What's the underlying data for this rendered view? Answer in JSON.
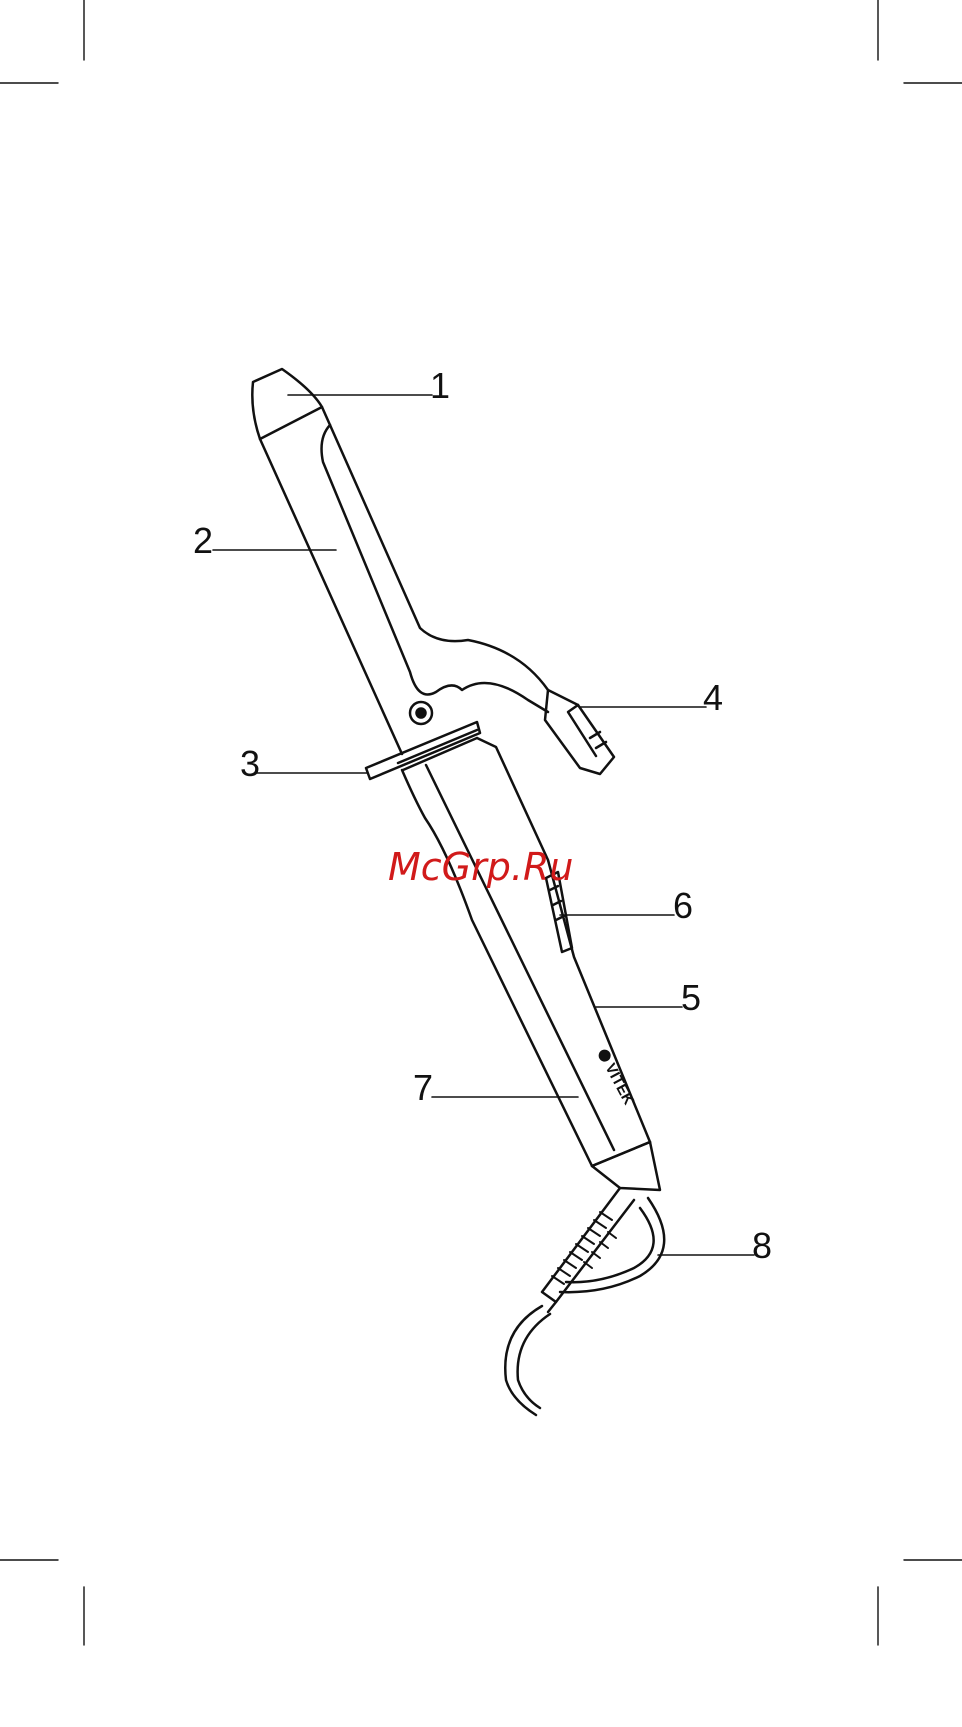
{
  "callouts": {
    "c1": "1",
    "c2": "2",
    "c3": "3",
    "c4": "4",
    "c5": "5",
    "c6": "6",
    "c7": "7",
    "c8": "8"
  },
  "brand": {
    "text": "VITEK",
    "icon": "vitek-logo-icon"
  },
  "watermark": "McGrp.Ru",
  "colors": {
    "line": "#111111",
    "watermark": "#d11a1a",
    "background": "#ffffff"
  }
}
